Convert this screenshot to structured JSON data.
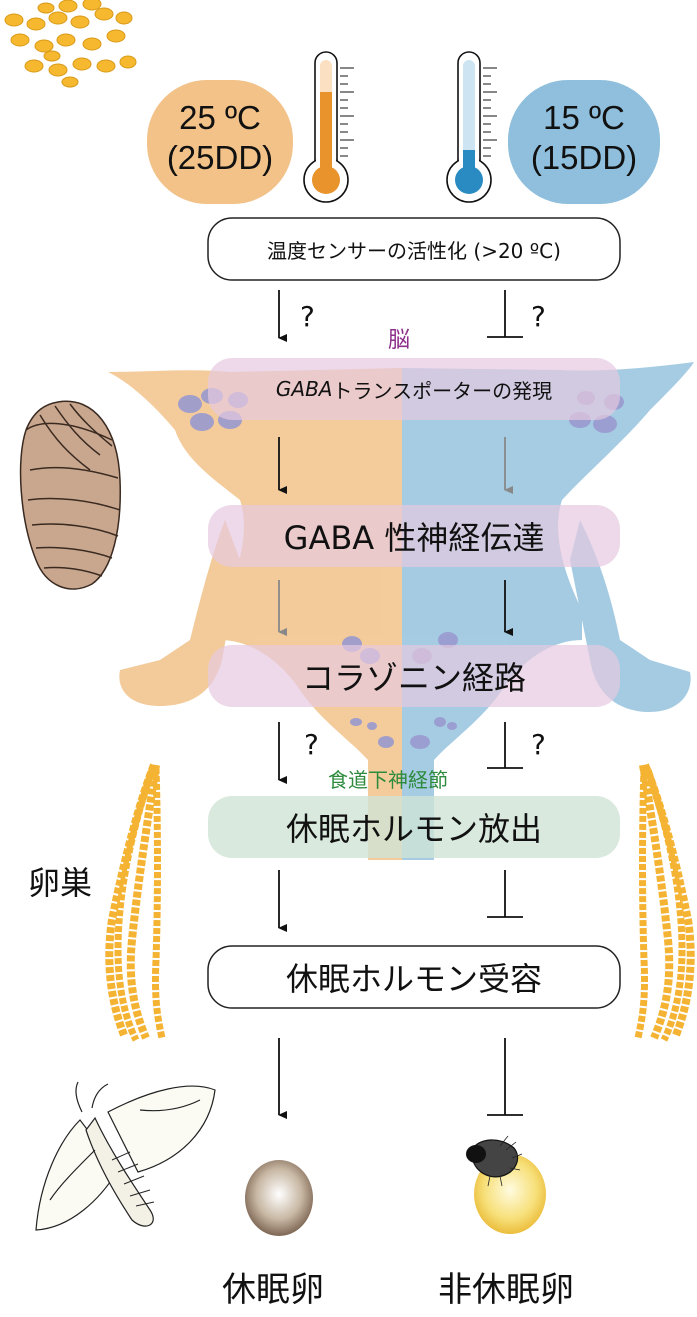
{
  "temps": {
    "warm": {
      "line1": "25 ºC",
      "line2": "(25DD)",
      "color": "#f2c289"
    },
    "cold": {
      "line1": "15 ºC",
      "line2": "(15DD)",
      "color": "#8fbfdc"
    }
  },
  "sensor": "温度センサーの活性化 (>20 ºC)",
  "question": "?",
  "brain_label": "脳",
  "gaba_transporter": {
    "italic": "GABA",
    "rest": " トランスポーターの発現"
  },
  "gaba_transmission": "GABA 性神経伝達",
  "corazonin": "コラゾニン経路",
  "subesophageal_label": "食道下神経節",
  "hormone_release": "休眠ホルモン放出",
  "hormone_reception": "休眠ホルモン受容",
  "ovary_label": "卵巣",
  "outcomes": {
    "diapause": "休眠卵",
    "non_diapause": "非休眠卵"
  },
  "colors": {
    "warm": "#f2c289",
    "cold": "#8fbfdc",
    "thermo_warm": "#e8932b",
    "thermo_cold": "#2a8bc3",
    "pink_box": "#e6c9e0",
    "green_box": "#cfe3d6",
    "purple_label": "#8e2f8a",
    "green_label": "#2e8b3e",
    "cells": "#9a9ad0",
    "eggs_yellow": "#f5b333"
  }
}
